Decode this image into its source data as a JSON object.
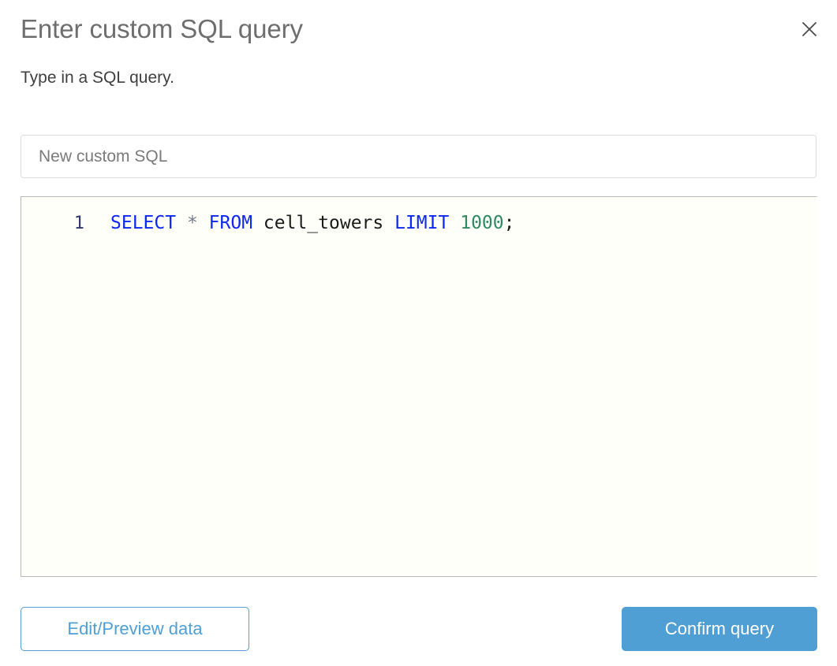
{
  "dialog": {
    "title": "Enter custom SQL query",
    "subtitle": "Type in a SQL query.",
    "close_icon": "close-icon"
  },
  "name_field": {
    "value": "",
    "placeholder": "New custom SQL"
  },
  "editor": {
    "line_number": "1",
    "tokens": [
      {
        "text": "SELECT",
        "type": "keyword"
      },
      {
        "text": " ",
        "type": "plain"
      },
      {
        "text": "*",
        "type": "operator"
      },
      {
        "text": " ",
        "type": "plain"
      },
      {
        "text": "FROM",
        "type": "keyword"
      },
      {
        "text": " ",
        "type": "plain"
      },
      {
        "text": "cell_towers",
        "type": "identifier"
      },
      {
        "text": " ",
        "type": "plain"
      },
      {
        "text": "LIMIT",
        "type": "keyword"
      },
      {
        "text": " ",
        "type": "plain"
      },
      {
        "text": "1000",
        "type": "number"
      },
      {
        "text": ";",
        "type": "punctuation"
      }
    ],
    "full_text": "SELECT * FROM cell_towers LIMIT 1000;"
  },
  "footer": {
    "secondary_label": "Edit/Preview data",
    "primary_label": "Confirm query"
  },
  "colors": {
    "accent": "#4f9fd4",
    "title": "#6e6e6e",
    "subtitle": "#3f3f3f",
    "keyword": "#0d28f0",
    "number": "#2f8a60",
    "identifier": "#1a1a1a",
    "operator": "#737c8c",
    "gutter": "#30386b",
    "editor_bg": "#fffffa",
    "border": "#dcdcdc"
  }
}
